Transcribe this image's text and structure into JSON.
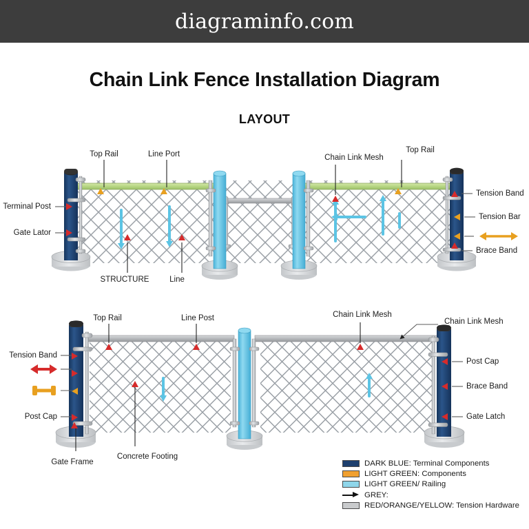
{
  "header": {
    "site_title": "diagraminfo.com"
  },
  "page": {
    "title": "Chain Link Fence Installation Diagram",
    "subtitle": "LAYOUT"
  },
  "colors": {
    "header_bar": "#3d3d3d",
    "dark_blue": "#1d3f6e",
    "light_blue": "#66c5e8",
    "light_green_rail": "#bcd98a",
    "grey_metal": "#b4b7bb",
    "concrete": "#d6d8da",
    "mesh": "#9aa0a6",
    "red_marker": "#d62b2b",
    "orange_marker": "#e8a020",
    "cyan_arrow": "#5cc4e4",
    "legend_orange": "#f0a030",
    "legend_cyan": "#8fd6ea",
    "legend_grey": "#c9cbcd"
  },
  "diagram_top": {
    "labels_above": [
      {
        "text": "Top Rail"
      },
      {
        "text": "Line Port"
      },
      {
        "text": "Chain Link Mesh"
      },
      {
        "text": "Top Rail"
      }
    ],
    "labels_left": [
      {
        "text": "Terminal Post"
      },
      {
        "text": "Gate Lator"
      }
    ],
    "labels_below": [
      {
        "text": "STRUCTURE"
      },
      {
        "text": "Line"
      }
    ],
    "labels_right": [
      {
        "text": "Tension Band"
      },
      {
        "text": "Tension Bar"
      },
      {
        "text": ""
      },
      {
        "text": "Brace Band"
      }
    ]
  },
  "diagram_bottom": {
    "labels_above": [
      {
        "text": "Top Rail"
      },
      {
        "text": "Line Post"
      },
      {
        "text": "Chain Link Mesh"
      },
      {
        "text": "Chain Link Mesh"
      }
    ],
    "labels_left": [
      {
        "text": "Tension Band"
      },
      {
        "text": ""
      },
      {
        "text": ""
      },
      {
        "text": "Post Cap"
      }
    ],
    "labels_below": [
      {
        "text": "Gate Frame"
      },
      {
        "text": "Concrete Footing"
      }
    ],
    "labels_right": [
      {
        "text": "Post Cap"
      },
      {
        "text": "Brace Band"
      },
      {
        "text": "Gate Latch"
      }
    ]
  },
  "legend": {
    "items": [
      {
        "swatch": "dark-blue",
        "color": "#1d3f6e",
        "text": "DARK BLUE: Terminal Components"
      },
      {
        "swatch": "orange",
        "color": "#f0a030",
        "text": "LIGHT GREEN: Components"
      },
      {
        "swatch": "light-cyan",
        "color": "#8fd6ea",
        "text": "LIGHT GREEN/ Railing"
      },
      {
        "swatch": "arrow",
        "color": "#111111",
        "text": "GREY:"
      },
      {
        "swatch": "grey",
        "color": "#c9cbcd",
        "text": "RED/ORANGE/YELLOW: Tension Hardware"
      }
    ]
  }
}
